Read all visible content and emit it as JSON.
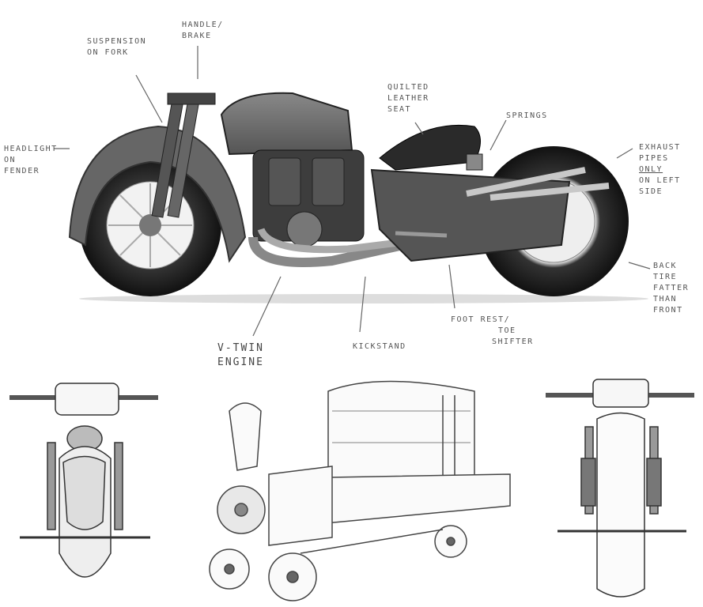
{
  "annotations": {
    "suspension": [
      "SUSPENSION",
      "ON FORK"
    ],
    "handle": [
      "HANDLE/",
      "BRAKE"
    ],
    "seat": [
      "QUILTED",
      "LEATHER",
      "SEAT"
    ],
    "springs": "SPRINGS",
    "exhaust": [
      "EXHAUST",
      "PIPES",
      "ONLY",
      "ON LEFT",
      "SIDE"
    ],
    "headlight": [
      "HEADLIGHT",
      "ON",
      "FENDER"
    ],
    "back_tire": [
      "BACK",
      "TIRE",
      "FATTER",
      "THAN",
      "FRONT"
    ],
    "foot_rest": [
      "FOOT REST/",
      "TOE",
      "SHIFTER"
    ],
    "kickstand": "KICKSTAND",
    "engine": [
      "V-TWIN",
      "ENGINE"
    ]
  },
  "icons": [
    "motorcycle-side-sketch",
    "motorcycle-front-view",
    "steam-truck-sketch",
    "motorcycle-rear-view"
  ]
}
